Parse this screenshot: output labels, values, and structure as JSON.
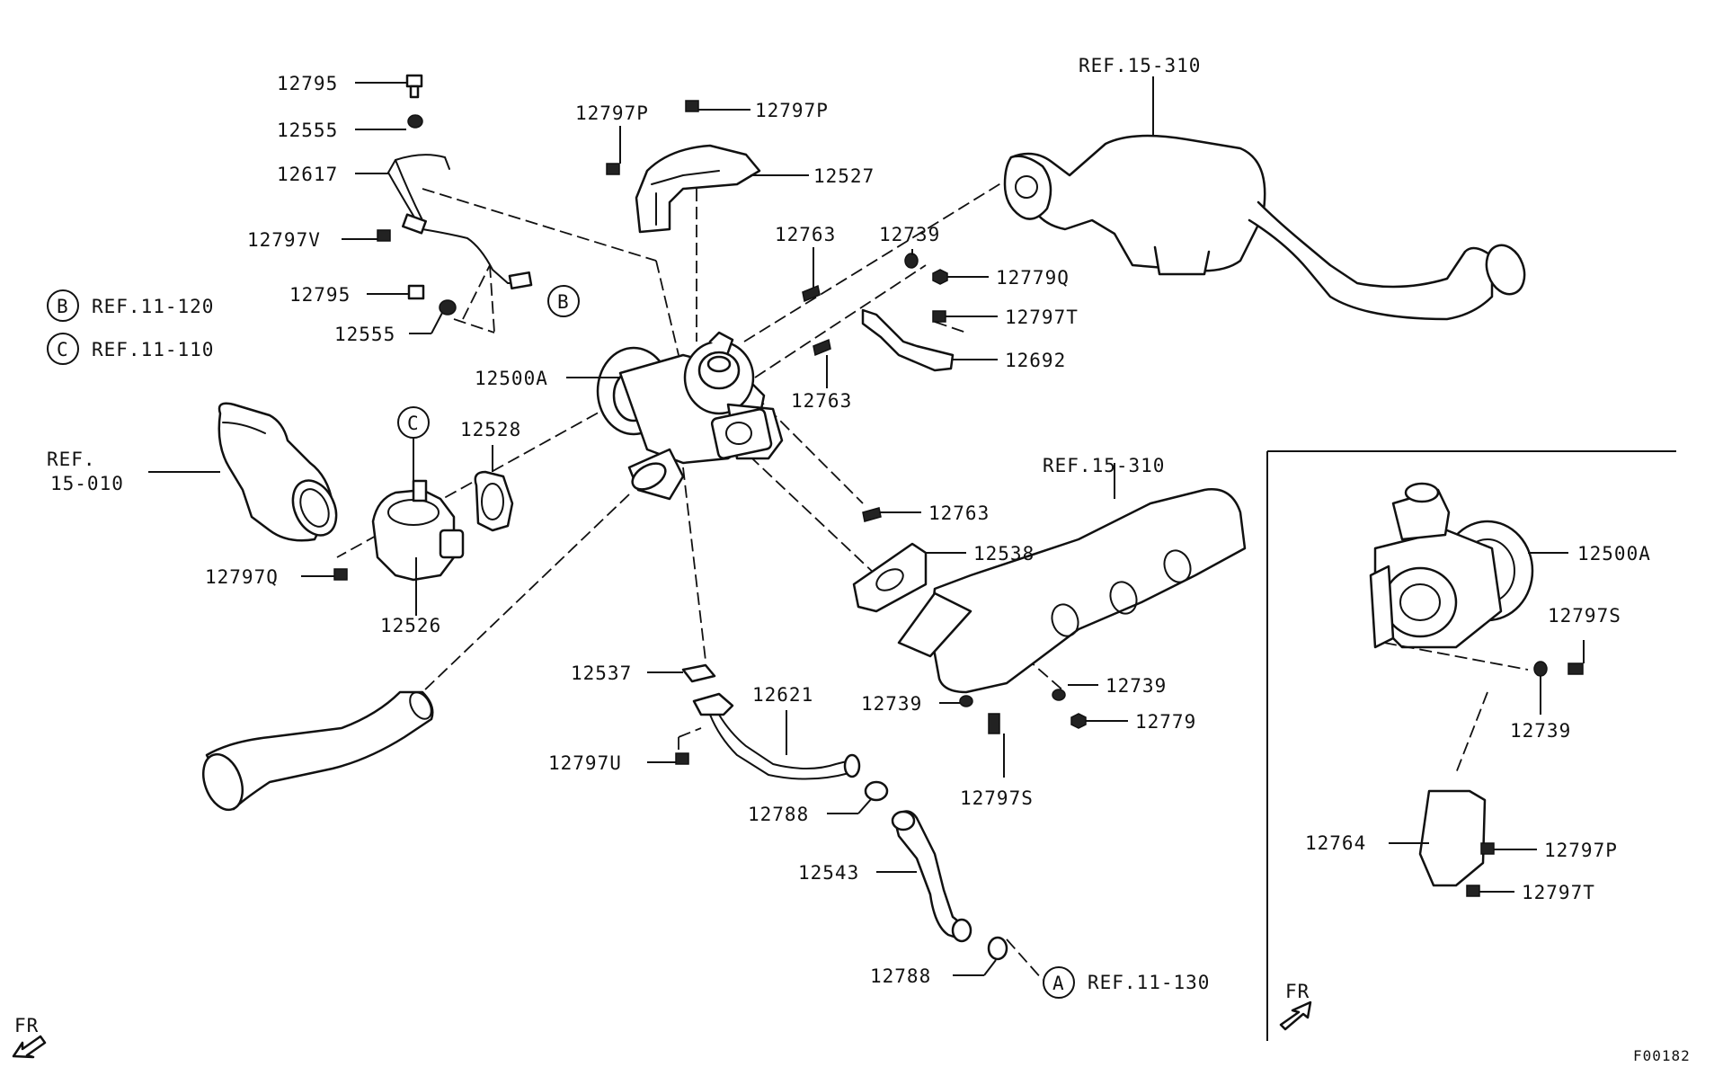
{
  "parts": {
    "p12795_a": "12795",
    "p12555_a": "12555",
    "p12617": "12617",
    "p12797V": "12797V",
    "p12795_b": "12795",
    "p12555_b": "12555",
    "p12500A": "12500A",
    "p12797P_a": "12797P",
    "p12797P_b": "12797P",
    "p12527": "12527",
    "p12763_a": "12763",
    "p12739_a": "12739",
    "p12779Q": "12779Q",
    "p12797T_a": "12797T",
    "p12692": "12692",
    "p12763_b": "12763",
    "p12528": "12528",
    "p12763_c": "12763",
    "p12538": "12538",
    "p12797Q": "12797Q",
    "p12526": "12526",
    "p12537": "12537",
    "p12621": "12621",
    "p12797U": "12797U",
    "p12739_b": "12739",
    "p12739_c": "12739",
    "p12779": "12779",
    "p12797S": "12797S",
    "p12788_a": "12788",
    "p12543": "12543",
    "p12788_b": "12788"
  },
  "refs": {
    "ref_15_310_top": "REF.15-310",
    "ref_15_310_mid": "REF.15-310",
    "ref_15_010_line1": "REF.",
    "ref_15_010_line2": "15-010",
    "ref_11_120": "REF.11-120",
    "ref_11_110": "REF.11-110",
    "ref_11_130": "REF.11-130"
  },
  "callouts": {
    "b": "B",
    "c": "C",
    "c_inline": "C",
    "a": "A",
    "b_inline": "B"
  },
  "inset": {
    "p12500A": "12500A",
    "p12797S": "12797S",
    "p12739": "12739",
    "p12764": "12764",
    "p12797P": "12797P",
    "p12797T": "12797T"
  },
  "fr_main": "FR",
  "fr_inset": "FR",
  "figure_code": "F00182"
}
